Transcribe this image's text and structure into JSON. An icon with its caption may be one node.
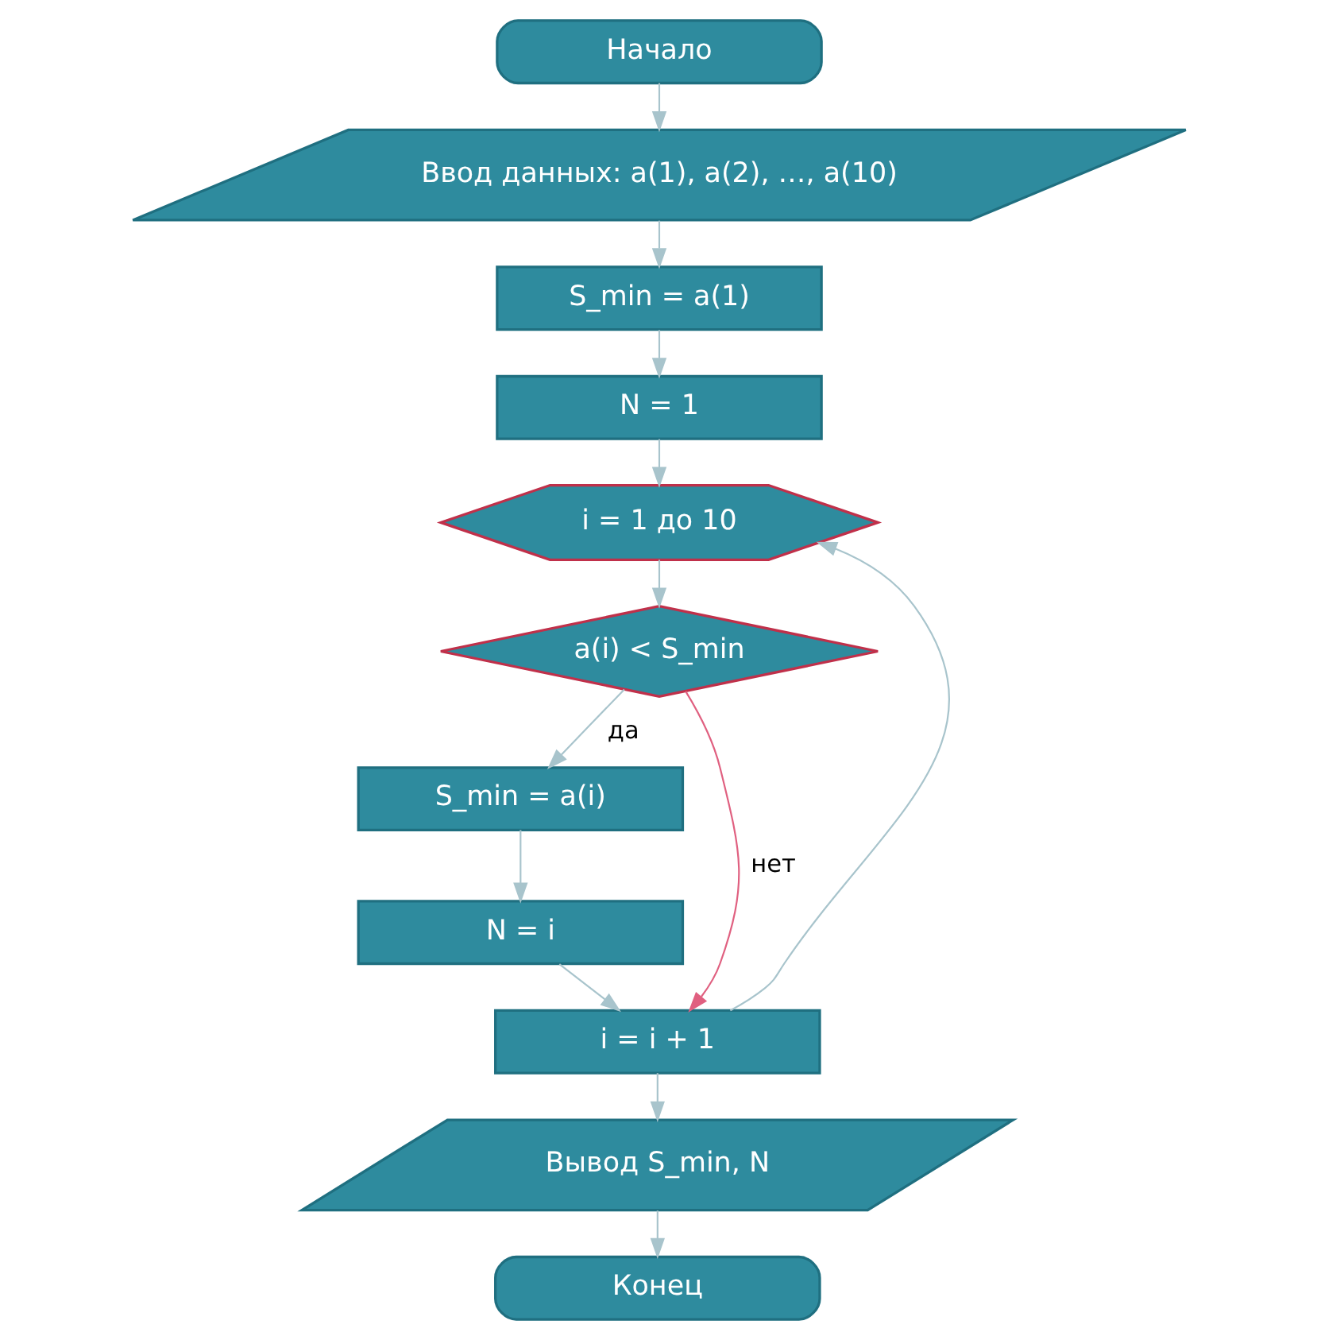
{
  "diagram": {
    "nodes": [
      {
        "text": [
          "Начало"
        ]
      },
      {
        "text": [
          "Ввод данных: a(1), a(2), …, a(10)"
        ]
      },
      {
        "text": [
          "S_min = a(1)"
        ]
      },
      {
        "text": [
          "N = 1"
        ]
      },
      {
        "text": [
          "i = 1 до 10"
        ]
      },
      {
        "text": [
          "a(i) < S_min"
        ]
      },
      {
        "text": [
          "S_min = a(i)"
        ]
      },
      {
        "text": [
          "N = i"
        ]
      },
      {
        "text": [
          "i = i + 1"
        ]
      },
      {
        "text": [
          "Вывод S_min, N"
        ]
      },
      {
        "text": [
          "Конец"
        ]
      }
    ],
    "edges": [
      {
        "from": 0,
        "to": 1,
        "arrow": "to"
      },
      {
        "from": 1,
        "to": 2,
        "arrow": "to"
      },
      {
        "from": 2,
        "to": 3,
        "arrow": "to"
      },
      {
        "from": 3,
        "to": 4,
        "arrow": "to"
      },
      {
        "from": 4,
        "to": 5,
        "arrow": "to"
      },
      {
        "from": 5,
        "to": 6,
        "arrow": "to",
        "label": "да"
      },
      {
        "from": 6,
        "to": 7,
        "arrow": "to"
      },
      {
        "from": 7,
        "to": 8,
        "arrow": "to"
      },
      {
        "from": 5,
        "to": 8,
        "arrow": "to",
        "label": "нет",
        "color": "#e06080"
      },
      {
        "from": 8,
        "to": 4,
        "arrow": "to"
      },
      {
        "from": 8,
        "to": 9,
        "arrow": "to"
      },
      {
        "from": 9,
        "to": 10,
        "arrow": "to"
      }
    ]
  }
}
